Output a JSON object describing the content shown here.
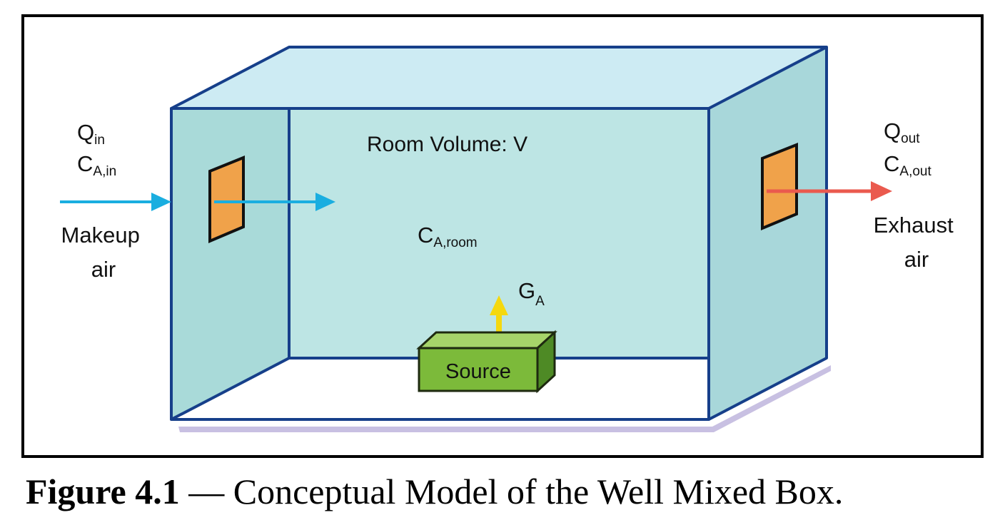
{
  "diagram": {
    "room_label": "Room Volume: V",
    "inlet": {
      "flow_symbol": "Q",
      "flow_sub": "in",
      "conc_symbol": "C",
      "conc_sub": "A,in",
      "air_line1": "Makeup",
      "air_line2": "air"
    },
    "outlet": {
      "flow_symbol": "Q",
      "flow_sub": "out",
      "conc_symbol": "C",
      "conc_sub": "A,out",
      "air_line1": "Exhaust",
      "air_line2": "air"
    },
    "room_conc": {
      "symbol": "C",
      "sub": "A,room"
    },
    "generation": {
      "symbol": "G",
      "sub": "A"
    },
    "source_label": "Source"
  },
  "caption": {
    "figure_number": "Figure 4.1",
    "separator": "—",
    "text": "Conceptual Model of the Well Mixed Box."
  },
  "colors": {
    "box_edge": "#163f8a",
    "box_fill": "#b9e3e4",
    "top_fill": "#cdebf3",
    "right_fill": "#9ed3d6",
    "floor_shadow": "#c8c0e2",
    "vent_fill": "#f0a24a",
    "inlet_arrow": "#1aaee0",
    "outlet_arrow": "#ea5a4e",
    "generation_arrow": "#f5d80e",
    "source_front": "#7cba3a",
    "source_top": "#a6d46a",
    "source_side": "#4e8a25"
  }
}
